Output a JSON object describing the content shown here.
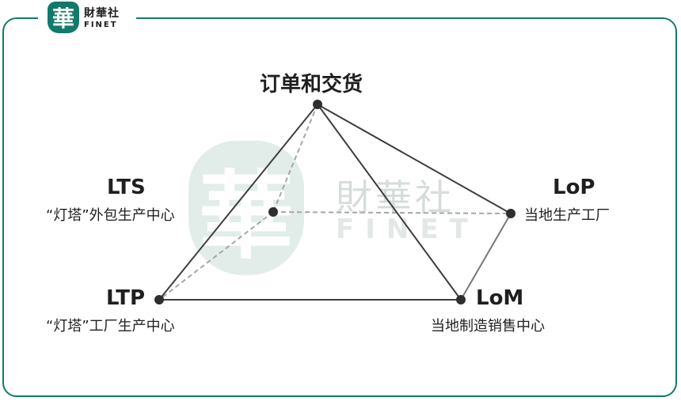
{
  "header": {
    "logo_glyph": "華",
    "logo_cn": "財華社",
    "logo_en": "FINET"
  },
  "watermark": {
    "glyph": "華",
    "cn": "財華社",
    "en": "FINET"
  },
  "colors": {
    "brand": "#127a6a",
    "edge": "#3d3d3d",
    "hidden_edge": "#a6a6a6",
    "node": "#2e2e2e"
  },
  "nodes": {
    "top": {
      "title": "订单和交货"
    },
    "lts": {
      "title": "LTS",
      "subtitle": "“灯塔”外包生产中心"
    },
    "lop": {
      "title": "LoP",
      "subtitle": "当地生产工厂"
    },
    "ltp": {
      "title": "LTP",
      "subtitle": "“灯塔”工厂生产中心"
    },
    "lom": {
      "title": "LoM",
      "subtitle": "当地制造销售中心"
    }
  }
}
